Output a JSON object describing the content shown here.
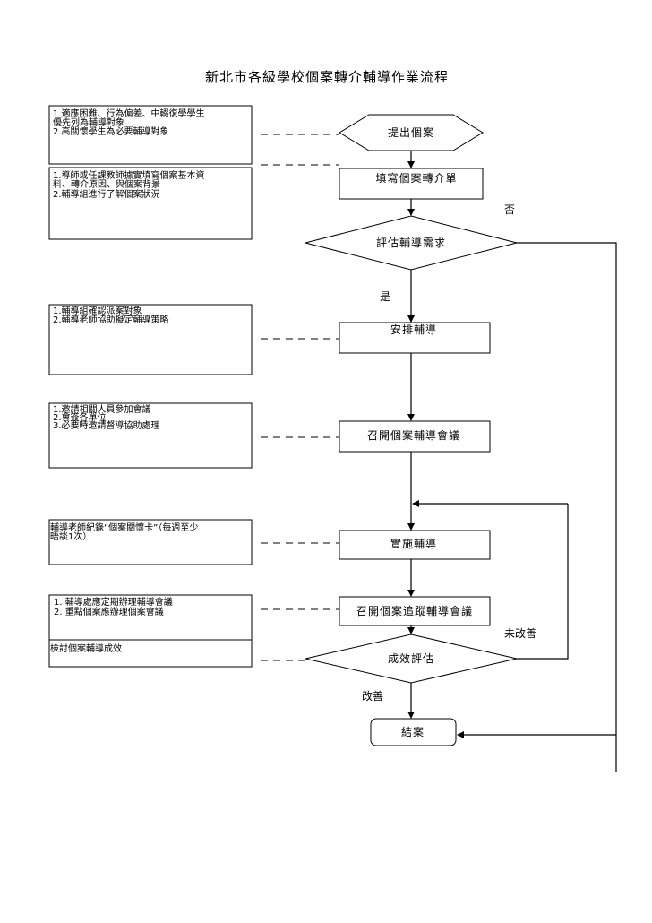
{
  "title": "新北市各級學校個案轉介輔導作業流程",
  "nodes": {
    "propose": "提出個案",
    "fill_form": "填寫個案轉介單",
    "assess_need": "評估輔導需求",
    "arrange": "安排輔導",
    "meeting": "召開個案輔導會議",
    "implement": "實施輔導",
    "follow_meeting": "召開個案追蹤輔導會議",
    "evaluate": "成效評估",
    "close": "結案"
  },
  "edge_labels": {
    "no": "否",
    "yes": "是",
    "not_improved": "未改善",
    "improved": "改善"
  },
  "notes": {
    "n1": [
      "1.適應困難、行為偏差、中輟復學學生",
      "  優先列為輔導對象",
      "2.高關懷學生為必要輔導對象"
    ],
    "n2": [
      "1.導師或任課教師據實填寫個案基本資",
      "  料、轉介原因、與個案背景",
      "2.輔導組進行了解個案狀況"
    ],
    "n3": [
      "1.輔導組確認派案對象",
      "2.輔導老師協助擬定輔導策略"
    ],
    "n4": [
      "1.邀請相關人員參加會議",
      "2.會簽各單位",
      "3.必要時邀請督導協助處理"
    ],
    "n5": [
      "輔導老師紀錄“個案關懷卡”（每週至少",
      "  晤談1次）"
    ],
    "n6": [
      "1.   輔導處應定期辦理輔導會議",
      "2.   重點個案應辦理個案會議"
    ],
    "n7": [
      "檢討個案輔導成效"
    ]
  }
}
